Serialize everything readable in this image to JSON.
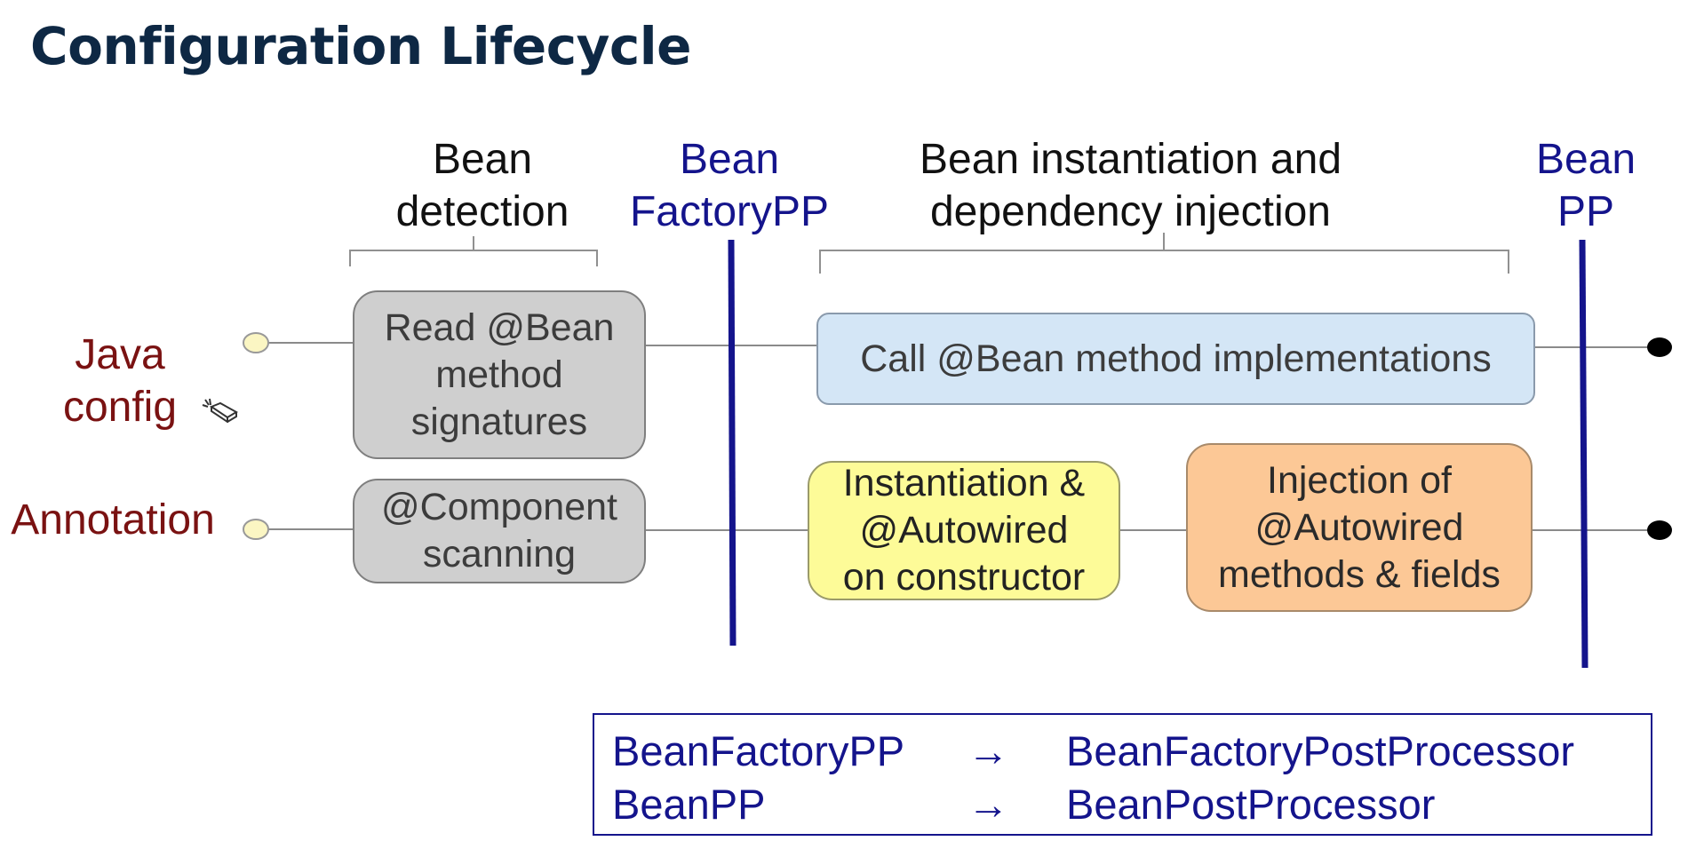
{
  "title": "Configuration Lifecycle",
  "phases": {
    "bean_detection": [
      "Bean",
      "detection"
    ],
    "bean_factory_pp": [
      "Bean",
      "FactoryPP"
    ],
    "instantiation_di": [
      "Bean instantiation and",
      "dependency injection"
    ],
    "bean_pp": [
      "Bean",
      "PP"
    ]
  },
  "rows": {
    "java_config": [
      "Java",
      "config"
    ],
    "annotation": "Annotation"
  },
  "boxes": {
    "read_bean_signatures": [
      "Read @Bean",
      "method",
      "signatures"
    ],
    "call_bean_methods": "Call @Bean method implementations",
    "component_scanning": [
      "@Component",
      "scanning"
    ],
    "instantiation_autowired": [
      "Instantiation &",
      "@Autowired",
      "on constructor"
    ],
    "injection_autowired": [
      "Injection of",
      "@Autowired",
      "methods & fields"
    ]
  },
  "legend": [
    {
      "term": "BeanFactoryPP",
      "arrow": "→",
      "full": "BeanFactoryPostProcessor"
    },
    {
      "term": "BeanPP",
      "arrow": "→",
      "full": "BeanPostProcessor"
    }
  ],
  "colors": {
    "title": "#0e2844",
    "phase_blue": "#14148c",
    "row_label": "#7a1212",
    "box_grey": "#cfcfcf",
    "box_blue": "#d4e6f6",
    "box_yellow": "#fdfb98",
    "box_orange": "#fcc896",
    "divider": "#14148c"
  },
  "icons": {
    "cursor": "eraser-cursor-icon"
  }
}
